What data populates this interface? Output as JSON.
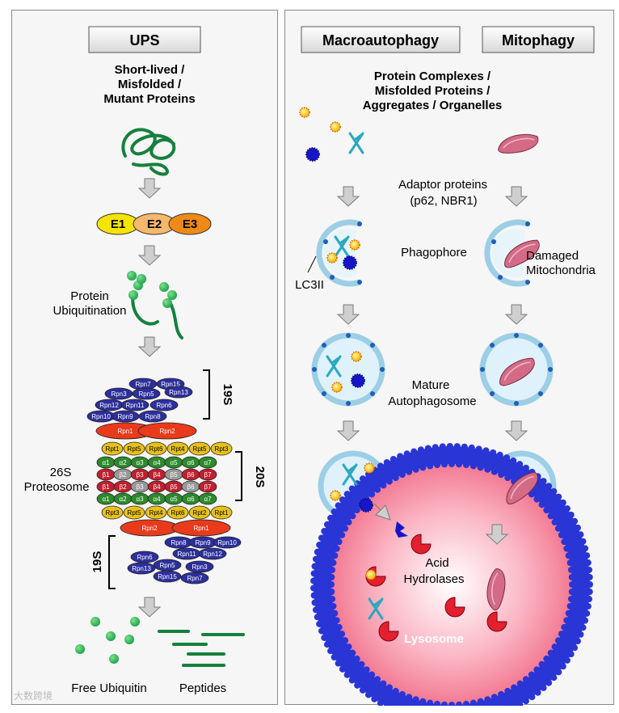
{
  "ups": {
    "header": "UPS",
    "substrate": [
      "Short-lived /",
      "Misfolded /",
      "Mutant Proteins"
    ],
    "enzymes": [
      "E1",
      "E2",
      "E3"
    ],
    "ubiquitination": [
      "Protein",
      "Ubiquitination"
    ],
    "lid_top": [
      "Rpn7",
      "Rpn15",
      "Rpn3",
      "Rpn5",
      "Rpn13",
      "Rpn12",
      "Rpn11",
      "Rpn6",
      "Rpn10",
      "Rpn9",
      "Rpn8",
      "Rpn1",
      "Rpn2"
    ],
    "rpt_top": [
      "Rpt1",
      "Rpt5",
      "Rpt6",
      "Rpt4",
      "Rpt5",
      "Rpt3"
    ],
    "alpha": [
      "α1",
      "α2",
      "α3",
      "α4",
      "α5",
      "α6",
      "α7"
    ],
    "beta": [
      "β1",
      "β2",
      "β3",
      "β4",
      "β5",
      "β6",
      "β7"
    ],
    "rpt_bottom": [
      "Rpt3",
      "Rpt5",
      "Rpt4",
      "Rpt6",
      "Rpt2",
      "Rpt1"
    ],
    "lid_bottom": [
      "Rpn2",
      "Rpn1",
      "Rpn8",
      "Rpn9",
      "Rpn10",
      "Rpn11",
      "Rpn12",
      "Rpn6",
      "Rpn5",
      "Rpn3",
      "Rpn13",
      "Rpn15",
      "Rpn7"
    ],
    "label_19s": "19S",
    "label_20s": "20S",
    "label_26s": [
      "26S",
      "Proteosome"
    ],
    "free_ubiquitin": "Free Ubiquitin",
    "peptides": "Peptides"
  },
  "auto": {
    "header_macro": "Macroautophagy",
    "header_mito": "Mitophagy",
    "substrate": [
      "Protein Complexes /",
      "Misfolded Proteins /",
      "Aggregates / Organelles"
    ],
    "adaptor": [
      "Adaptor proteins",
      "(p62, NBR1)"
    ],
    "phagophore": "Phagophore",
    "lc3": "LC3II",
    "damaged": [
      "Damaged",
      "Mitochondria"
    ],
    "mature": [
      "Mature",
      "Autophagosome"
    ],
    "acid": [
      "Acid",
      "Hydrolases"
    ],
    "lysosome": "Lysosome"
  },
  "watermark": "大数跨境",
  "colors": {
    "ups_green": "#15803c",
    "e1": "#f5e400",
    "e2": "#f6b86b",
    "e3": "#ef8a17",
    "lid_blue": "#2d2f9c",
    "rpn_red": "#ea3a1c",
    "rpt_yellow": "#e7c11b",
    "alpha_green": "#2d8a2d",
    "beta_red": "#c0202f",
    "lysosome_pink": "#f78aa0",
    "membrane_blue": "#2a35d6",
    "vesicle_fill": "#dff2fb"
  }
}
